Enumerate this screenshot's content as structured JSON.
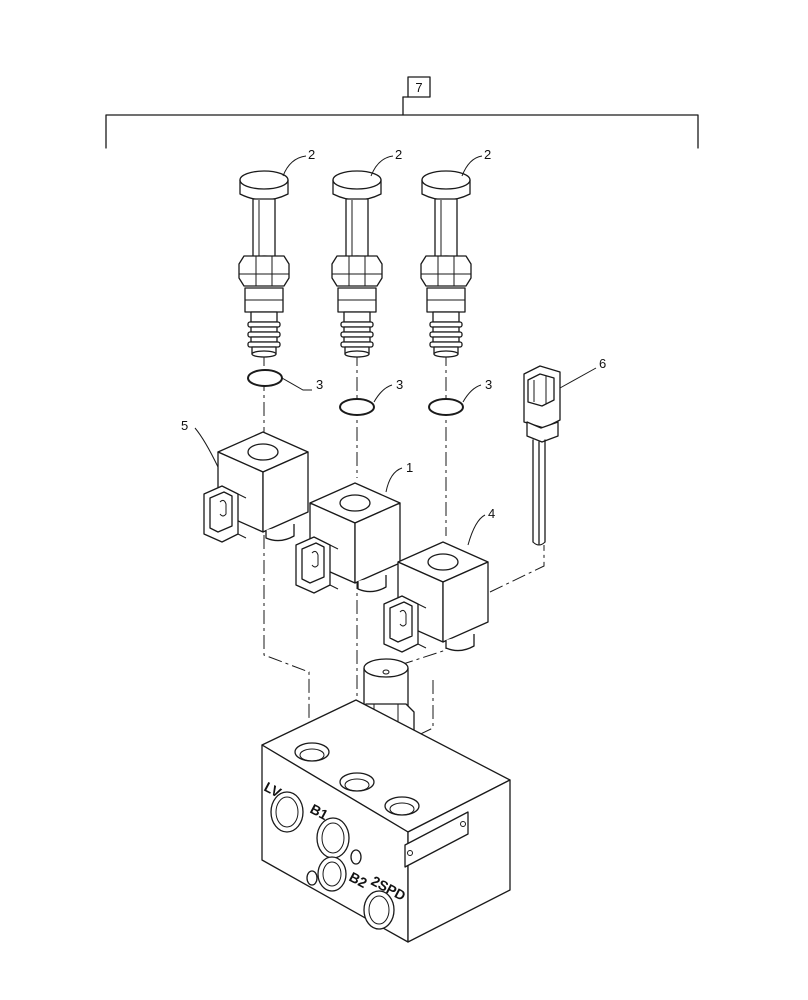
{
  "callouts": {
    "assembly": "7",
    "cartridge_a": "2",
    "cartridge_b": "2",
    "cartridge_c": "2",
    "oring_a": "3",
    "oring_b": "3",
    "oring_c": "3",
    "coil_left": "5",
    "coil_middle": "1",
    "coil_right": "4",
    "harness": "6"
  },
  "port_stamps": {
    "lv": "LV",
    "b1": "B1",
    "b2": "B2",
    "twospd": "2SPD"
  }
}
